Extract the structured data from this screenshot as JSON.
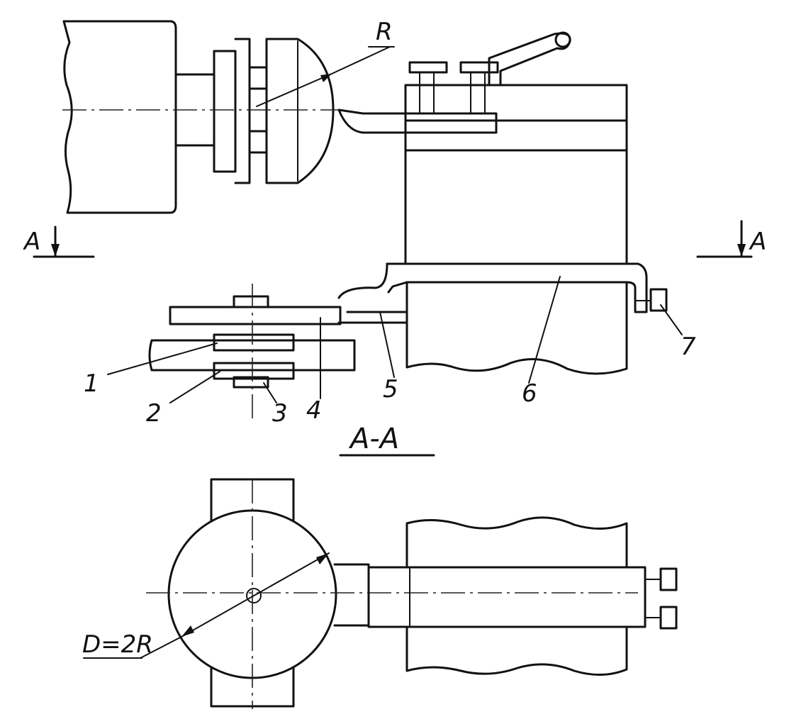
{
  "labels": {
    "radius": "R",
    "section_left": "A",
    "section_right": "A",
    "section_title": "A-A",
    "diameter": "D=2R",
    "part_1": "1",
    "part_2": "2",
    "part_3": "3",
    "part_4": "4",
    "part_5": "5",
    "part_6": "6",
    "part_7": "7"
  }
}
